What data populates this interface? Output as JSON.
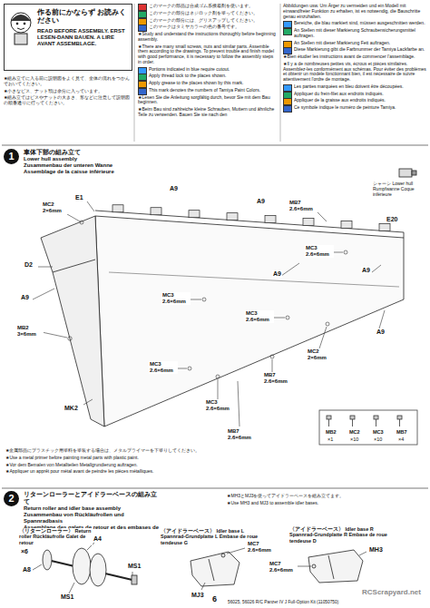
{
  "diagram": {
    "nodes": [
      {
        "text": [
          "作る前にかならず お読みください",
          "READ BEFORE ASSEMBLY. ERST LESEN-DANN BAUEN. A LIRE AVANT ASSEMBLAGE."
        ]
      },
      {
        "text": [
          "1",
          "車体下部の組み立て",
          "Lower hull assembly",
          "Zusammenbau der unteren Wanne",
          "Assemblage de la caisse inférieure"
        ]
      },
      {
        "text": [
          "2",
          "リターンローラーとアイドラーベースの組み立て",
          "Return roller and idler base assembly",
          "Zusammenbau von Rückläufrollen und Spannradbasis",
          "Assemblage des galets de retour et des embases de roue tendeuse"
        ]
      }
    ],
    "labels": [
      "★組み立てに入る前に説明図をよく見て、全体の流れをつかんでおいてください。",
      "★小さなビス、ナット類は余分に入っています。",
      "★組み立てはビスやナットの大きさ、形などに注意して説明図の順番通りに行ってください。",
      "このマークの部品は合成ゴム系接着剤を使います。",
      "このマークの部分はネジロック剤を塗ってください。",
      "このマークの部分には、グリスアップしてください。",
      "このマークはタミヤカラーの色の番号です。",
      "★Study and understand the instructions thoroughly before beginning assembly.",
      "★There are many small screws, nuts and similar parts. Assemble them according to the drawings. To prevent trouble and finish model with good performance, it is necessary to follow the assembly steps in order.",
      "Portions indicated in blue require cutout.",
      "Apply thread lock to the places shown.",
      "Apply grease to the places shown by this mark.",
      "This mark denotes the numbers of Tamiya Paint Colors.",
      "★Lesen Sie die Anleitung sorgfältig durch, bevor Sie mit dem Bau beginnen.",
      "★Beim Bau sind zahlreiche kleine Schrauben, Muttern und ähnliche Teile zu verwenden. Bauen Sie sie nach den",
      "Abbildungen usw. Um Ärger zu vermeiden und ein Modell mit einwandfreier Funktion zu erhalten, ist es notwendig, die Bauschritte genau einzuhalten.",
      "Bereiche, die blau markiert sind, müssen ausgeschnitten werden.",
      "An Stellen mit dieser Markierung Schraubensicherungsmittel auftragen.",
      "An Stellen mit dieser Markierung Fett auftragen.",
      "Diese Markierung gibt die Farbnummer der Tamiya Lackfarbe an.",
      "★Bien étudier les instructions avant de commencer l'assemblage.",
      "★Il y a de nombreuses petites vis, écrous et pièces similaires. Assemblez-les conformément aux schémas. Pour éviter des problèmes et obtenir un modèle fonctionnant bien, il est nécessaire de suivre attentivement l'ordre de montage.",
      "Les parties marquées en bleu doivent être découpées.",
      "Appliquer du frein-filet aux endroits indiqués.",
      "Appliquer de la graisse aux endroits indiqués.",
      "Ce symbole indique le numéro de peinture Tamiya.",
      "E1",
      "A9",
      "A9",
      "MB7 2.6×6mm",
      "E20",
      "MC3 2.6×6mm",
      "MC2 2×6mm",
      "D2",
      "A9",
      "A9",
      "A9",
      "MC3 2.6×6mm",
      "MB2 3×6mm",
      "MC3 2.6×6mm",
      "MC2 2×6mm",
      "A9",
      "MC3 2.6×6mm",
      "MK2",
      "MC3 2.6×6mm",
      "MB7 2.6×6mm",
      "MB7 2.6×6mm",
      "シャーシ Lower hull Rumpfwanne Coque inférieure",
      "MB2",
      "×1",
      "MC2",
      "×10",
      "MC3",
      "×10",
      "MB7",
      "×4",
      "★金属部品にプラスチック用塗料を塗装する場合は、メタルプライマーを下塗りしてください。",
      "★Use a metal primer before painting metal parts with plastic paint.",
      "★Vor dem Bemalen von Metallteilen Metallgrundierung auftragen.",
      "★Appliquer un apprêt pour métal avant de peindre les pièces métalliques.",
      "★MH3とMJ3を使ってアイドラーベースを組み立てます。",
      "★Use MH3 and MJ3 to assemble idler bases.",
      "〈リターンローラー〉 Return roller Rückläufrolle Galet de retour",
      "×6",
      "A8",
      "A4",
      "MS1",
      "MS1",
      "〈アイドラーベース〉 Idler base L Spannrad-Grundplatte L Embase de roue tendeuse G",
      "MC7 2.6×6mm",
      "MJ3",
      "〈アイドラーベース〉 Idler base R Spannrad-Grundplatte R Embase de roue tendeuse D",
      "MH3",
      "MC7 2.6×6mm",
      "6",
      "56025, 56026 R/C Panzer IV J Full-Option Kit (11050750)",
      "RCScrapyard.net"
    ]
  }
}
